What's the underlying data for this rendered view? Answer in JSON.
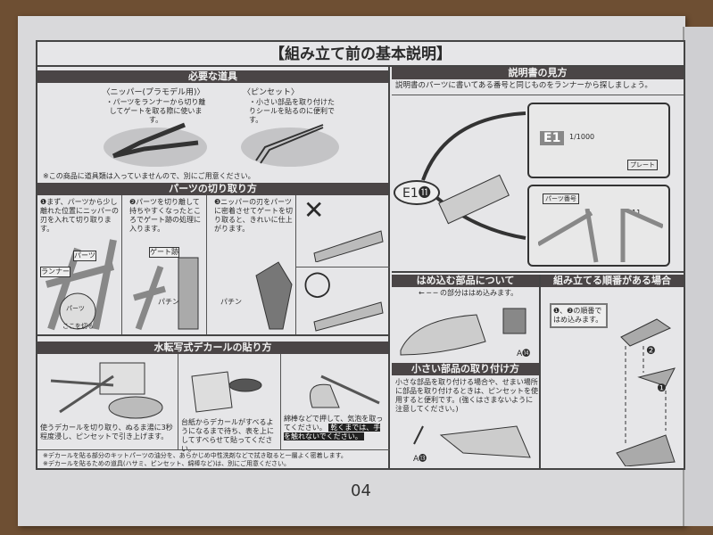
{
  "title": "【組み立て前の基本説明】",
  "tools": {
    "header": "必要な道具",
    "nipper_title": "〈ニッパー(プラモデル用)〉",
    "nipper_desc": "・パーツをランナーから切り離してゲートを取る際に使います。",
    "tweezers_title": "〈ピンセット〉",
    "tweezers_desc": "・小さい部品を取り付けたりシールを貼るのに便利です。",
    "note": "※この商品に道具類は入っていませんので、別にご用意ください。"
  },
  "cutting": {
    "header": "パーツの切り取り方",
    "steps": [
      {
        "text": "❶まず、パーツから少し離れた位置にニッパーの刃を入れて切り取ります。",
        "labels": [
          "パーツ",
          "ランナー",
          "パーツ",
          "ここを切る"
        ]
      },
      {
        "text": "❷パーツを切り離して持ちやすくなったところでゲート跡の処理に入ります。",
        "labels": [
          "ゲート跡",
          "パチン"
        ]
      },
      {
        "text": "❸ニッパーの刃をパーツに密着させてゲートを切り取ると、きれいに仕上がります。",
        "labels": [
          "パチン"
        ]
      }
    ],
    "bad_mark": "✕",
    "good_mark": "◯"
  },
  "decal": {
    "header": "水転写式デカールの貼り方",
    "steps": [
      "使うデカールを切り取り、ぬるま湯に3秒程度浸し、ピンセットで引き上げます。",
      "台紙からデカールがすべるようになるまで待ち、表を上にしてすべらせて貼ってください。",
      "綿棒などで押して、気泡を取ってください。"
    ],
    "warning": "乾くまでは、手を触れないでください。",
    "notes": [
      "※デカールを貼る部分のキットパーツの油分を、あらかじめ中性洗剤などで拭き取ると一層よく密着します。",
      "※デカールを貼るための道具(ハサミ、ピンセット、綿棒など)は、別にご用意ください。"
    ]
  },
  "howto": {
    "header": "説明書の見方",
    "text": "説明書のパーツに書いてある番号と同じものをランナーから探しましょう。",
    "part_code": "E1⓫",
    "runner_label": "E1",
    "scale": "1/1000",
    "plate_label": "プレート",
    "part_number_label": "パーツ番号",
    "tag_number": "11"
  },
  "snap": {
    "header": "はめ込む部品について",
    "text": "← ─ ─ の部分ははめ込みます。",
    "part": "A⓮"
  },
  "small": {
    "header": "小さい部品の取り付け方",
    "text": "小さな部品を取り付ける場合や、せまい場所に部品を取り付けるときは、ピンセットを使用すると便利です。(強くはさまないように注意してください。)",
    "part": "A⓭"
  },
  "order": {
    "header": "組み立てる順番がある場合",
    "callout": "❶、❷の順番ではめ込みます。",
    "step1": "❶",
    "step2": "❷"
  },
  "page_number": "04"
}
